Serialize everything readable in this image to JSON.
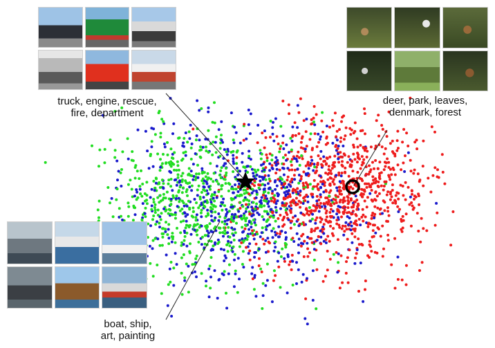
{
  "clusters": [
    {
      "id": "trucks",
      "label_lines": [
        "truck, engine, rescue,",
        "fire, department"
      ],
      "thumb_icons": [
        "truck-photo",
        "truck-photo",
        "truck-photo",
        "truck-photo",
        "fire-truck-photo",
        "truck-photo"
      ]
    },
    {
      "id": "deer",
      "label_lines": [
        "deer, park, leaves,",
        "denmark, forest"
      ],
      "thumb_icons": [
        "deer-photo",
        "deer-photo",
        "deer-photo",
        "deer-photo",
        "deer-photo",
        "deer-photo"
      ]
    },
    {
      "id": "boats",
      "label_lines": [
        "boat, ship,",
        "art, painting"
      ],
      "thumb_icons": [
        "boat-photo",
        "boat-photo",
        "boat-photo",
        "boat-photo",
        "boat-photo",
        "boat-photo"
      ]
    }
  ],
  "colors": {
    "red_points": "#ee1c1c",
    "green_points": "#22dd22",
    "blue_points": "#1a1acc",
    "marker": "#000000"
  }
}
